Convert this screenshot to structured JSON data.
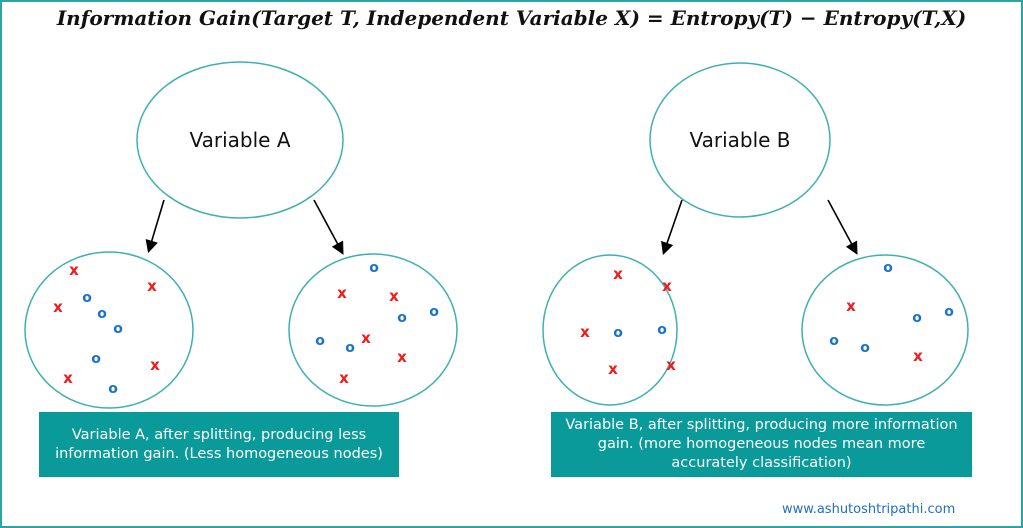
{
  "title": "Information Gain(Target T, Independent Variable X) = Entropy(T) − Entropy(T,X)",
  "variable_a": {
    "label": "Variable A",
    "caption": "Variable A, after splitting, producing less information gain. (Less homogeneous nodes)"
  },
  "variable_b": {
    "label": "Variable B",
    "caption": "Variable B, after splitting, producing more information gain. (more homogeneous nodes mean more accurately classification)"
  },
  "symbols": {
    "x": "x",
    "o": "o"
  },
  "colors": {
    "teal": "#0b9a9a",
    "x_mark": "#ee1c1c",
    "o_mark": "#1a73c8"
  },
  "footer": "www.ashutoshtripathi.com"
}
